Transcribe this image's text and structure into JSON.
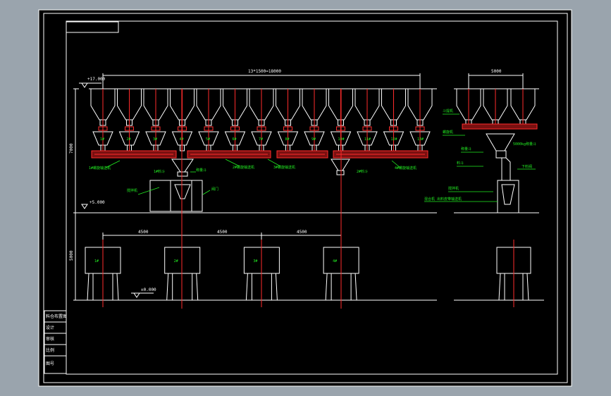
{
  "colors": {
    "outer_background": "#9aa4ad",
    "sheet": "#000000",
    "line": "#ffffff",
    "annotation": "#22ee22",
    "centerline": "#ff2b2b",
    "conveyor_fill": "#7a1010"
  },
  "dimensions": {
    "top_span": "13*1500=18000",
    "right_span": "5000",
    "height_upper": "7000",
    "height_lower": "5000",
    "spacing_1": "4500",
    "spacing_2": "4500",
    "spacing_3": "4500"
  },
  "elevations": {
    "top": "+17.000",
    "mid": "+5.000",
    "ground": "±0.000"
  },
  "silo_labels": [
    "1#",
    "2#",
    "3#",
    "4#",
    "5#",
    "6#",
    "7#",
    "8#",
    "9#",
    "10#",
    "11#",
    "12#",
    "13#"
  ],
  "annotations": {
    "conveyor_1": "1#螺旋输送机",
    "conveyor_2": "2#螺旋输送机",
    "conveyor_3": "3#螺旋输送机",
    "conveyor_4": "4#螺旋输送机",
    "hopper_1": "1#料斗",
    "hopper_2": "2#料斗",
    "scale_1": "称量斗",
    "mixer_1": "搅拌机",
    "valve_1": "阀门",
    "right_1": "斗提机",
    "right_2": "螺旋机",
    "right_3": "5000kg称量斗",
    "right_4": "称量斗",
    "right_5": "料斗",
    "right_6": "下料阀",
    "right_7": "搅拌机",
    "right_8": "混合机 出料皮带输送机"
  },
  "mixer_labels": [
    "1#",
    "2#",
    "3#",
    "4#"
  ],
  "title_block": {
    "row_1": "料仓布置图",
    "row_2": "设计",
    "row_3": "审核",
    "row_4": "比例",
    "row_5": "图号"
  }
}
